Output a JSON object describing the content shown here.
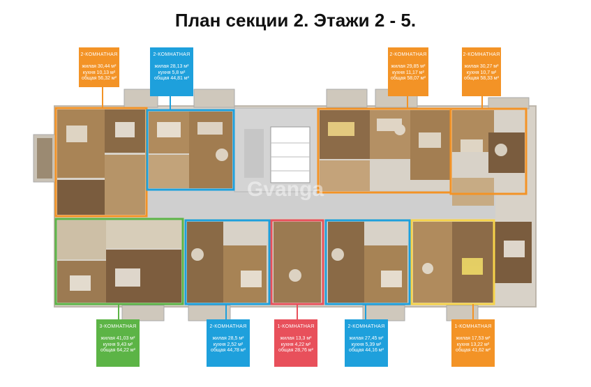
{
  "title": "План секции 2. Этажи 2 - 5.",
  "watermark": "Gvanga",
  "colors": {
    "orange": "#f39326",
    "blue": "#1ea0dc",
    "green": "#5cb446",
    "red": "#e8505b",
    "yellow": "#f6d34a",
    "wood": "#a98456",
    "wood_dark": "#6b4d33",
    "wall": "#e9e5df",
    "corridor": "#cfcfcf"
  },
  "apartments": [
    {
      "type": "2-КОМНАТНАЯ",
      "living": "жилая 30,44 м²",
      "kitchen": "кухня 10,13 м²",
      "total": "общая 56,32 м²",
      "color": "#f39326"
    },
    {
      "type": "2-КОМНАТНАЯ",
      "living": "жилая 28,13 м²",
      "kitchen": "кухня 5,8 м²",
      "total": "общая 44,81 м²",
      "color": "#1ea0dc"
    },
    {
      "type": "2-КОМНАТНАЯ",
      "living": "жилая 29,85 м²",
      "kitchen": "кухня 11,17 м²",
      "total": "общая 58,07 м²",
      "color": "#f39326"
    },
    {
      "type": "2-КОМНАТНАЯ",
      "living": "жилая 30,27 м²",
      "kitchen": "кухня 10,7 м²",
      "total": "общая 58,33 м²",
      "color": "#f39326"
    },
    {
      "type": "3-КОМНАТНАЯ",
      "living": "жилая 41,03 м²",
      "kitchen": "кухня 9,43 м²",
      "total": "общая 64,22 м²",
      "color": "#5cb446"
    },
    {
      "type": "2-КОМНАТНАЯ",
      "living": "жилая 28,5 м²",
      "kitchen": "кухня 2,52 м²",
      "total": "общая 44,78 м²",
      "color": "#1ea0dc"
    },
    {
      "type": "1-КОМНАТНАЯ",
      "living": "жилая 13,3 м²",
      "kitchen": "кухня 4,22 м²",
      "total": "общая 28,76 м²",
      "color": "#e8505b"
    },
    {
      "type": "2-КОМНАТНАЯ",
      "living": "жилая 27,45 м²",
      "kitchen": "кухня 5,39 м²",
      "total": "общая 44,16 м²",
      "color": "#1ea0dc"
    },
    {
      "type": "1-КОМНАТНАЯ",
      "living": "жилая 17,53 м²",
      "kitchen": "кухня 13,22 м²",
      "total": "общая 41,62 м²",
      "color": "#f39326"
    }
  ]
}
